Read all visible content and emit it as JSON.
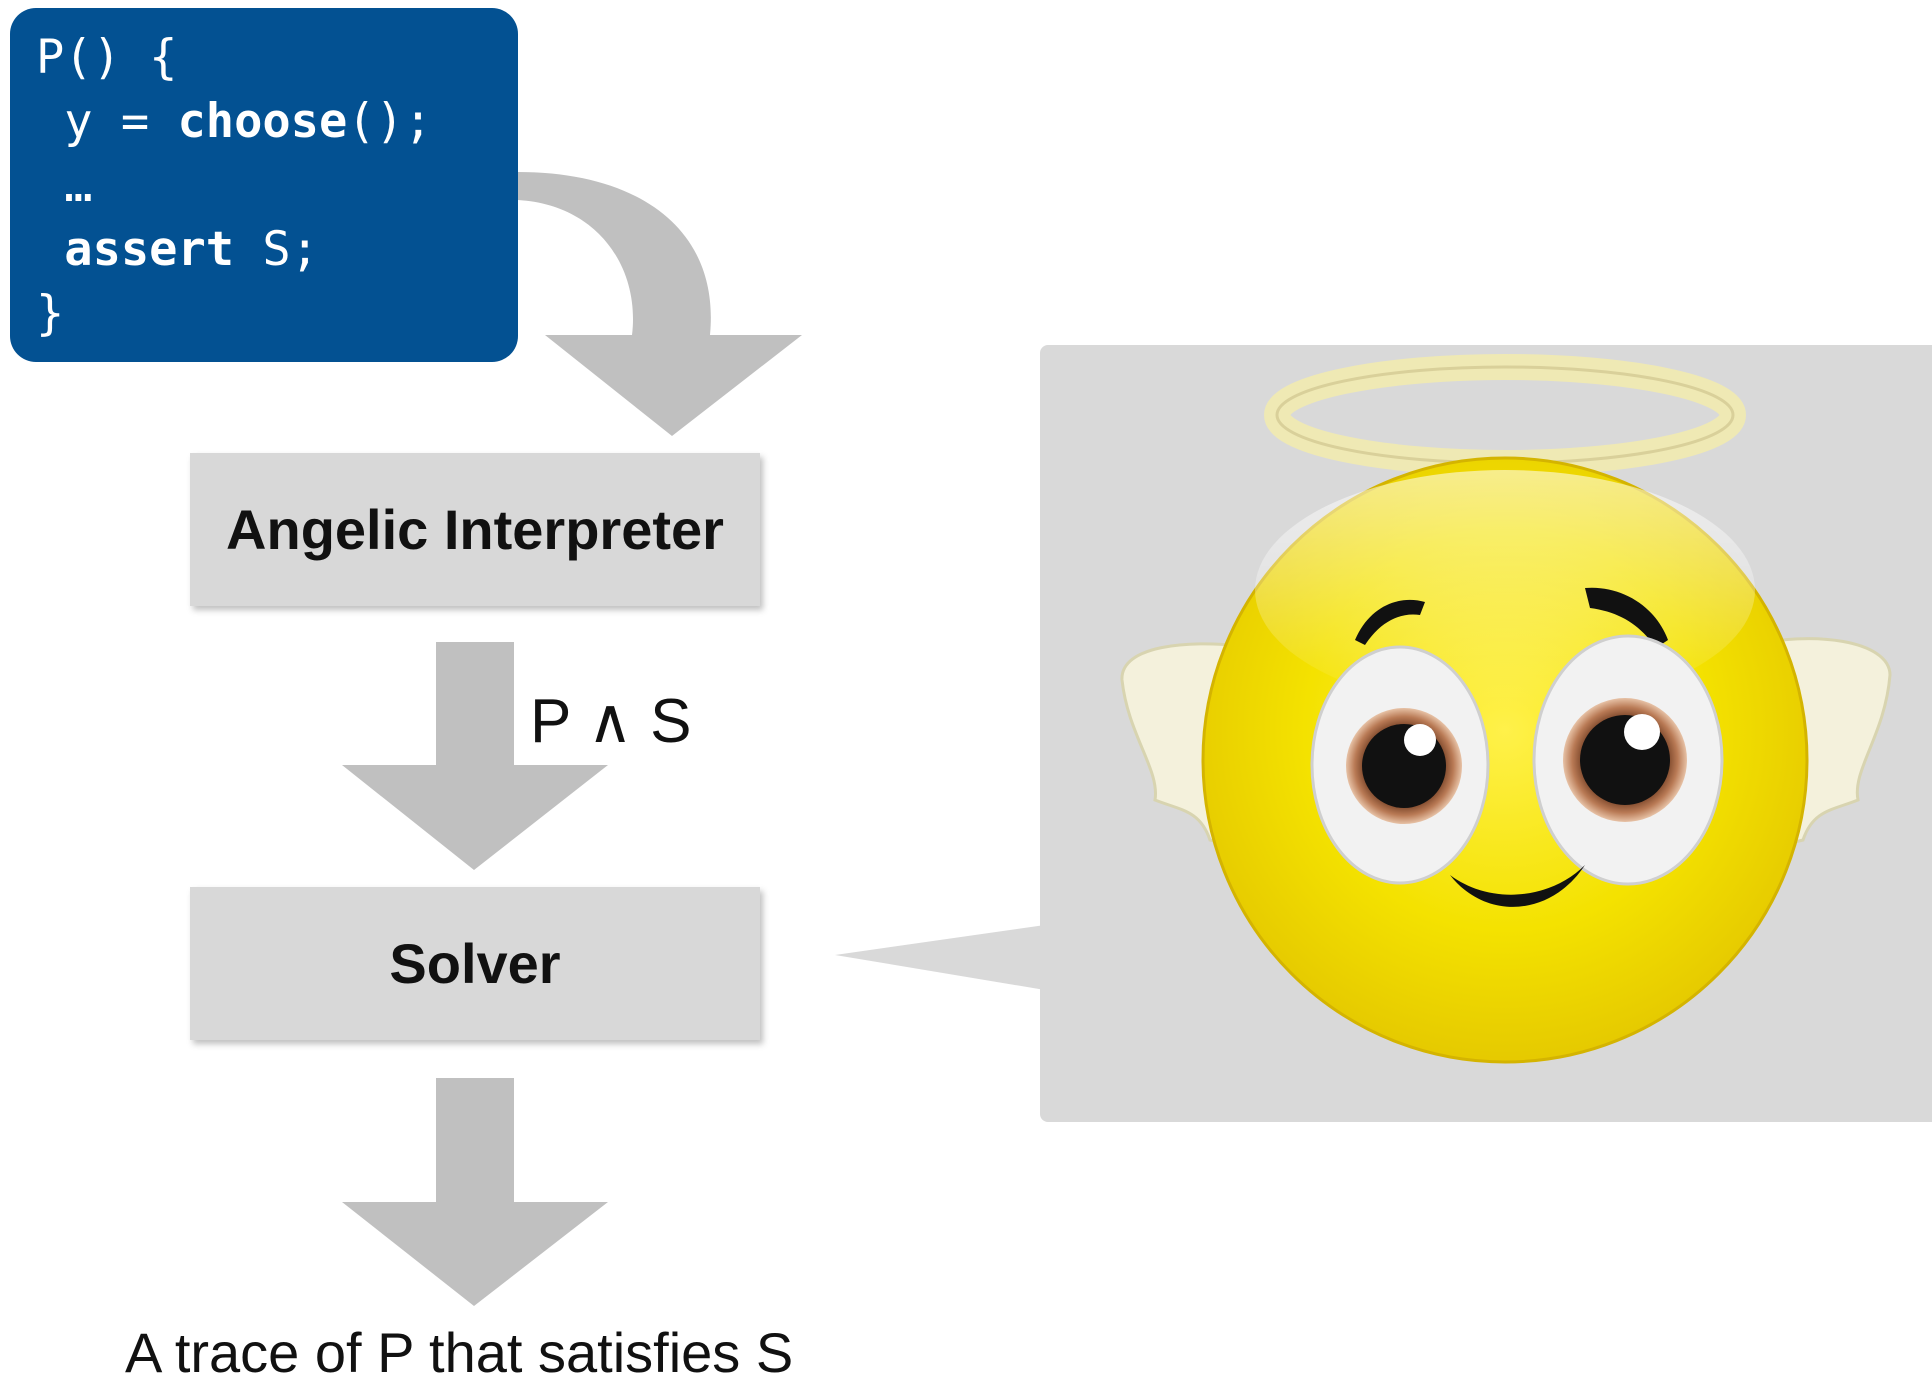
{
  "code": {
    "lines": [
      [
        {
          "t": "P() {",
          "kw": false
        }
      ],
      [
        {
          "t": " y = ",
          "kw": false
        },
        {
          "t": "choose",
          "kw": true
        },
        {
          "t": "();",
          "kw": false
        }
      ],
      [
        {
          "t": " …",
          "kw": false
        }
      ],
      [
        {
          "t": " assert",
          "kw": true
        },
        {
          "t": " S;",
          "kw": false
        }
      ],
      [
        {
          "t": "}",
          "kw": false
        }
      ]
    ]
  },
  "stages": {
    "interpreter": "Angelic Interpreter",
    "solver": "Solver"
  },
  "edge_label": "P ∧ S",
  "result": "A trace of P that satisfies S",
  "colors": {
    "code_bg": "#035192",
    "box_bg": "#d8d8d8",
    "arrow": "#c0c0c0",
    "callout_bg": "#d9d9d9",
    "face": "#f7e81a"
  },
  "icons": [
    "angel-emoji-icon"
  ]
}
